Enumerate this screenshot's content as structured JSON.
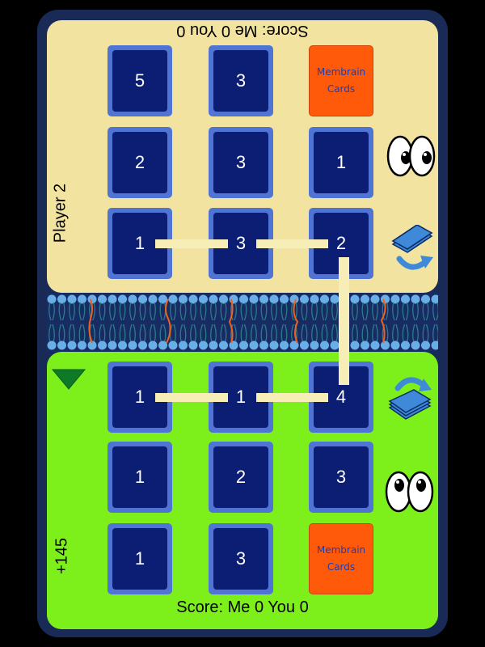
{
  "opponent": {
    "score_text": "Score: Me 0 You 0",
    "player_label": "Player 2",
    "cards": [
      [
        "5",
        "3",
        "Membrain Cards"
      ],
      [
        "2",
        "3",
        "1"
      ],
      [
        "1",
        "3",
        "2"
      ]
    ]
  },
  "player": {
    "score_text": "Score: Me 0 You 0",
    "points_label": "+145",
    "cards": [
      [
        "1",
        "1",
        "4"
      ],
      [
        "1",
        "2",
        "3"
      ],
      [
        "1",
        "3",
        "Membrain Cards"
      ]
    ]
  },
  "deck": {
    "line1": "Membrain",
    "line2": "Cards"
  },
  "icons": {
    "eyes": "eyes-icon",
    "swap": "swap-cards-icon",
    "turn_indicator": "triangle-down-icon"
  },
  "colors": {
    "background": "#000000",
    "frame": "#182a55",
    "opponent_panel": "#f2e3a1",
    "player_panel": "#7df01c",
    "card_border": "#4f74d4",
    "card_face": "#0b1e74",
    "deck_card": "#ff5a0a",
    "connector": "#f7eeb7"
  }
}
